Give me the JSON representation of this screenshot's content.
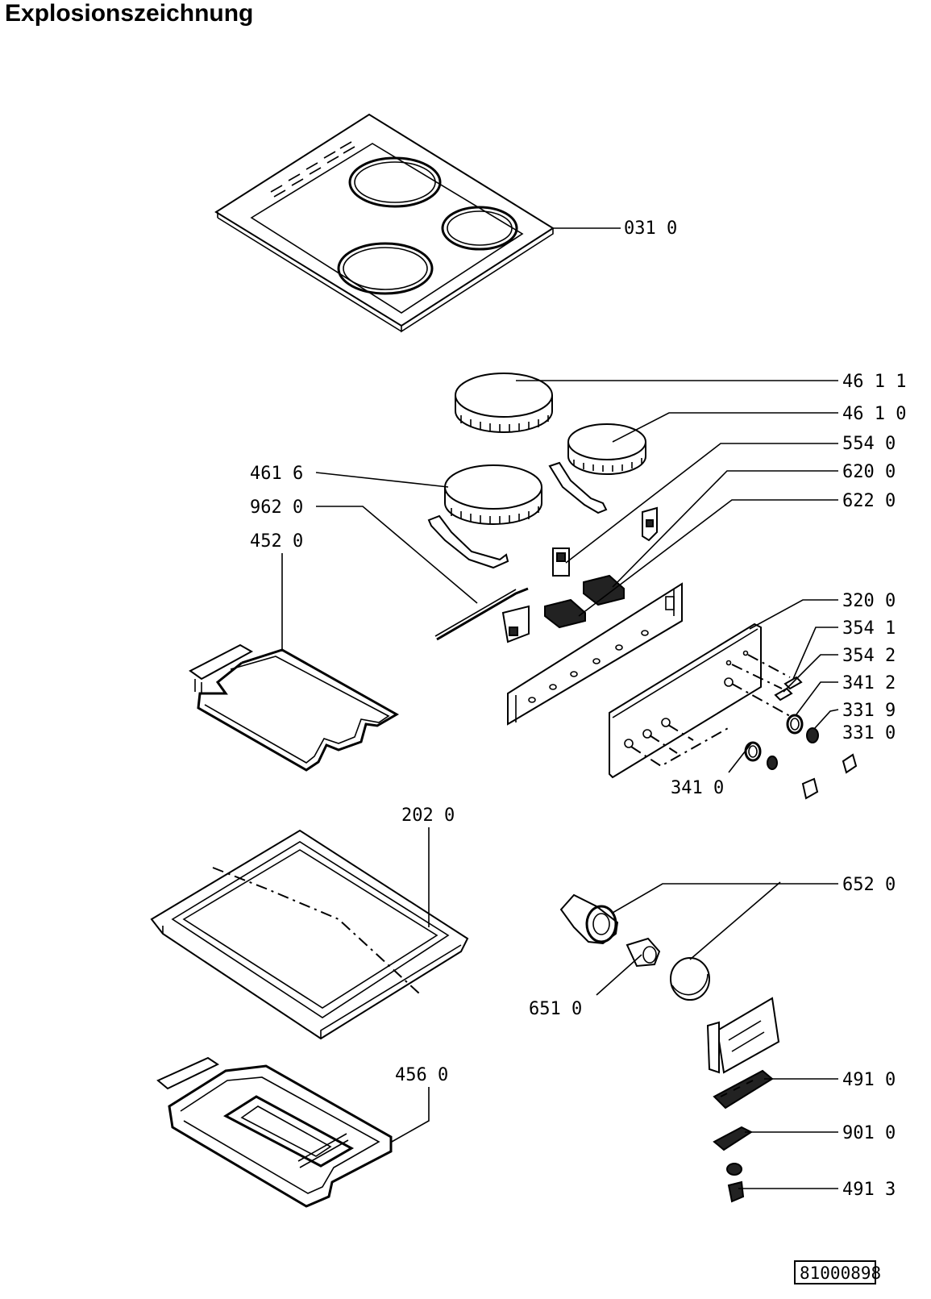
{
  "title": "Explosionszeichnung",
  "document_number": "81000898",
  "callouts": {
    "c0310": "031 0",
    "c4611": "46 1 1",
    "c4610": "46 1 0",
    "c5540": "554 0",
    "c6200": "620 0",
    "c6220": "622 0",
    "c4616": "461 6",
    "c9620": "962 0",
    "c4520": "452 0",
    "c3200": "320 0",
    "c3541": "354 1",
    "c3542": "354 2",
    "c3412": "341 2",
    "c3319": "331 9",
    "c3310": "331 0",
    "c3410": "341 0",
    "c2020": "202 0",
    "c6520": "652 0",
    "c6510": "651 0",
    "c4560": "456 0",
    "c4910": "491 0",
    "c9010": "901 0",
    "c4913": "491 3"
  }
}
